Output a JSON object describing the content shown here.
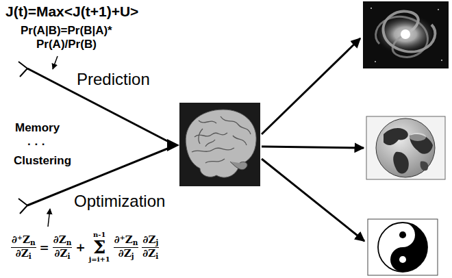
{
  "diagram": {
    "labels": [
      "J(t)=Max<J(t+1)+U>",
      "Pr(A|B)=Pr(B|A)*",
      "Pr(A)/Pr(B)",
      "Prediction",
      "Memory",
      "· · ·",
      "Clustering",
      "Optimization",
      "∂⁺Z",
      "n",
      "∂Z",
      "i",
      "=",
      "∂Z",
      "n",
      "∂Z",
      "i",
      "+",
      "n-1",
      "Σ",
      "j=i+1",
      "∂⁺Z",
      "n",
      "∂Z",
      "j",
      "∂Z",
      "j",
      "∂Z",
      "i"
    ]
  }
}
